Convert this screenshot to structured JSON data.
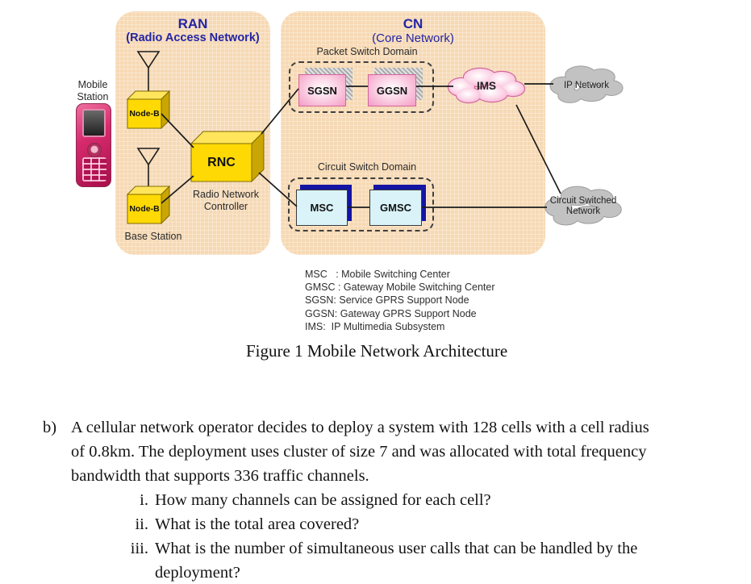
{
  "figure": {
    "ran": {
      "title": "RAN",
      "subtitle": "(Radio Access Network)"
    },
    "cn": {
      "title": "CN",
      "subtitle": "(Core Network)"
    },
    "labels": {
      "mobile_station": "Mobile Station",
      "base_station": "Base Station",
      "rnc_caption": "Radio Network Controller",
      "packet_domain": "Packet Switch Domain",
      "circuit_domain": "Circuit Switch Domain"
    },
    "nodes": {
      "node_b_top": "Node-B",
      "node_b_bottom": "Node-B",
      "rnc": "RNC",
      "sgsn": "SGSN",
      "ggsn": "GGSN",
      "msc": "MSC",
      "gmsc": "GMSC",
      "ims": "IMS",
      "ip_network": "IP Network",
      "circuit_switched_network": "Circuit Switched Network"
    },
    "legend": [
      "MSC   : Mobile Switching Center",
      "GMSC : Gateway Mobile Switching Center",
      "SGSN: Service GPRS Support Node",
      "GGSN: Gateway GPRS Support Node",
      "IMS:  IP Multimedia Subsystem"
    ],
    "caption": "Figure 1 Mobile Network Architecture"
  },
  "question": {
    "label": "b)",
    "lines": [
      "A cellular network operator decides to deploy a system with 128 cells with a cell radius",
      "of 0.8km. The deployment uses cluster of size 7 and was allocated with total frequency",
      "bandwidth that supports 336 traffic channels."
    ],
    "items": [
      {
        "numeral": "i.",
        "lines": [
          "How many channels can be assigned for each cell?"
        ]
      },
      {
        "numeral": "ii.",
        "lines": [
          "What is the total area covered?"
        ]
      },
      {
        "numeral": "iii.",
        "lines": [
          "What is the number of simultaneous user calls that can be handled by the",
          "deployment?"
        ]
      }
    ]
  },
  "colors": {
    "panel_fill": "#F6D9B4",
    "title_navy": "#2424A3",
    "node_yellow": "#FFD903",
    "pink_box": "#F49BC4",
    "cyan_box": "#D9F3F9",
    "navy_shadow": "#1414A5",
    "cloud_gray": "#C2C2C2",
    "cloud_pink": "#F29FC6"
  }
}
